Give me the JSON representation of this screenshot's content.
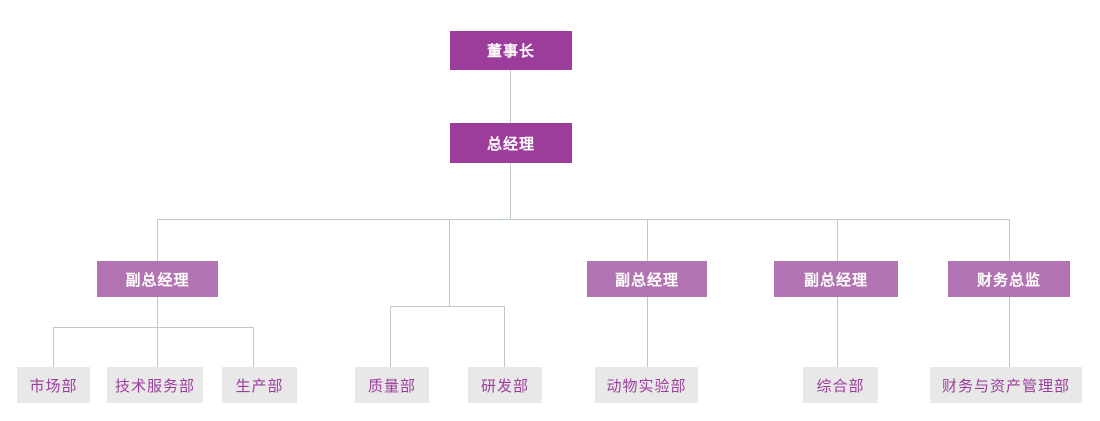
{
  "diagram": {
    "type": "org-chart",
    "colors": {
      "executive_box": "#9C3D9C",
      "manager_box": "#B273B2",
      "department_box": "#E8E8E8",
      "department_text": "#9C3D9C",
      "connector_line": "#BCC9D1",
      "background": "#FFFFFF"
    },
    "nodes": {
      "chairman": {
        "label": "董事长",
        "level": 1
      },
      "general_manager": {
        "label": "总经理",
        "level": 2
      },
      "deputy_gm_1": {
        "label": "副总经理",
        "level": 3
      },
      "deputy_gm_2": {
        "label": "副总经理",
        "level": 3
      },
      "deputy_gm_3": {
        "label": "副总经理",
        "level": 3
      },
      "finance_director": {
        "label": "财务总监",
        "level": 3
      },
      "marketing_dept": {
        "label": "市场部",
        "level": 4
      },
      "tech_service_dept": {
        "label": "技术服务部",
        "level": 4
      },
      "production_dept": {
        "label": "生产部",
        "level": 4
      },
      "quality_dept": {
        "label": "质量部",
        "level": 4
      },
      "rnd_dept": {
        "label": "研发部",
        "level": 4
      },
      "animal_lab_dept": {
        "label": "动物实验部",
        "level": 4
      },
      "general_affairs_dept": {
        "label": "综合部",
        "level": 4
      },
      "finance_asset_dept": {
        "label": "财务与资产管理部",
        "level": 4
      }
    },
    "edges": [
      {
        "from": "chairman",
        "to": "general_manager"
      },
      {
        "from": "general_manager",
        "to": "deputy_gm_1"
      },
      {
        "from": "general_manager",
        "to": "quality_dept"
      },
      {
        "from": "general_manager",
        "to": "rnd_dept"
      },
      {
        "from": "general_manager",
        "to": "deputy_gm_2"
      },
      {
        "from": "general_manager",
        "to": "deputy_gm_3"
      },
      {
        "from": "general_manager",
        "to": "finance_director"
      },
      {
        "from": "deputy_gm_1",
        "to": "marketing_dept"
      },
      {
        "from": "deputy_gm_1",
        "to": "tech_service_dept"
      },
      {
        "from": "deputy_gm_1",
        "to": "production_dept"
      },
      {
        "from": "deputy_gm_2",
        "to": "animal_lab_dept"
      },
      {
        "from": "deputy_gm_3",
        "to": "general_affairs_dept"
      },
      {
        "from": "finance_director",
        "to": "finance_asset_dept"
      }
    ]
  }
}
